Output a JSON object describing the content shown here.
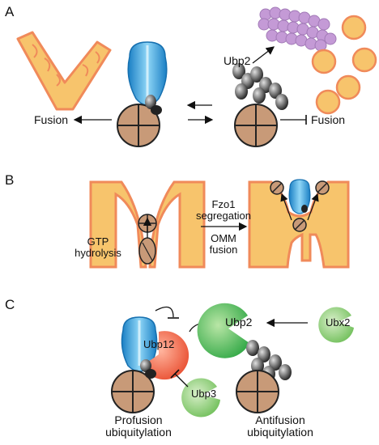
{
  "panels": {
    "a": {
      "letter": "A",
      "fusion_left": "Fusion",
      "ubp2": "Ubp2",
      "fusion_right": "Fusion"
    },
    "b": {
      "letter": "B",
      "gtp_line1": "GTP",
      "gtp_line2": "hydrolysis",
      "fzo1_line1": "Fzo1",
      "fzo1_line2": "segregation",
      "omm_line1": "OMM",
      "omm_line2": "fusion"
    },
    "c": {
      "letter": "C",
      "ubp12": "Ubp12",
      "ubp2": "Ubp2",
      "ubx2": "Ubx2",
      "ubp3": "Ubp3",
      "profusion_line1": "Profusion",
      "profusion_line2": "ubiquitylation",
      "antifusion_line1": "Antifusion",
      "antifusion_line2": "ubiquitylation"
    }
  },
  "colors": {
    "mitochondrion_fill": "#f7c46c",
    "mitochondrion_edge": "#f08a5a",
    "fzo1_blue": "#2f9ee0",
    "ubiquitin_dark": "#333333",
    "proteasome_purple": "#c49ad6",
    "ubp12_red": "#ef5a3c",
    "ubp2_green": "#3db54a",
    "ubx2_green": "#7cc36a",
    "ubp3_green": "#8cc63f",
    "cdc48_brown": "#c89a78"
  }
}
